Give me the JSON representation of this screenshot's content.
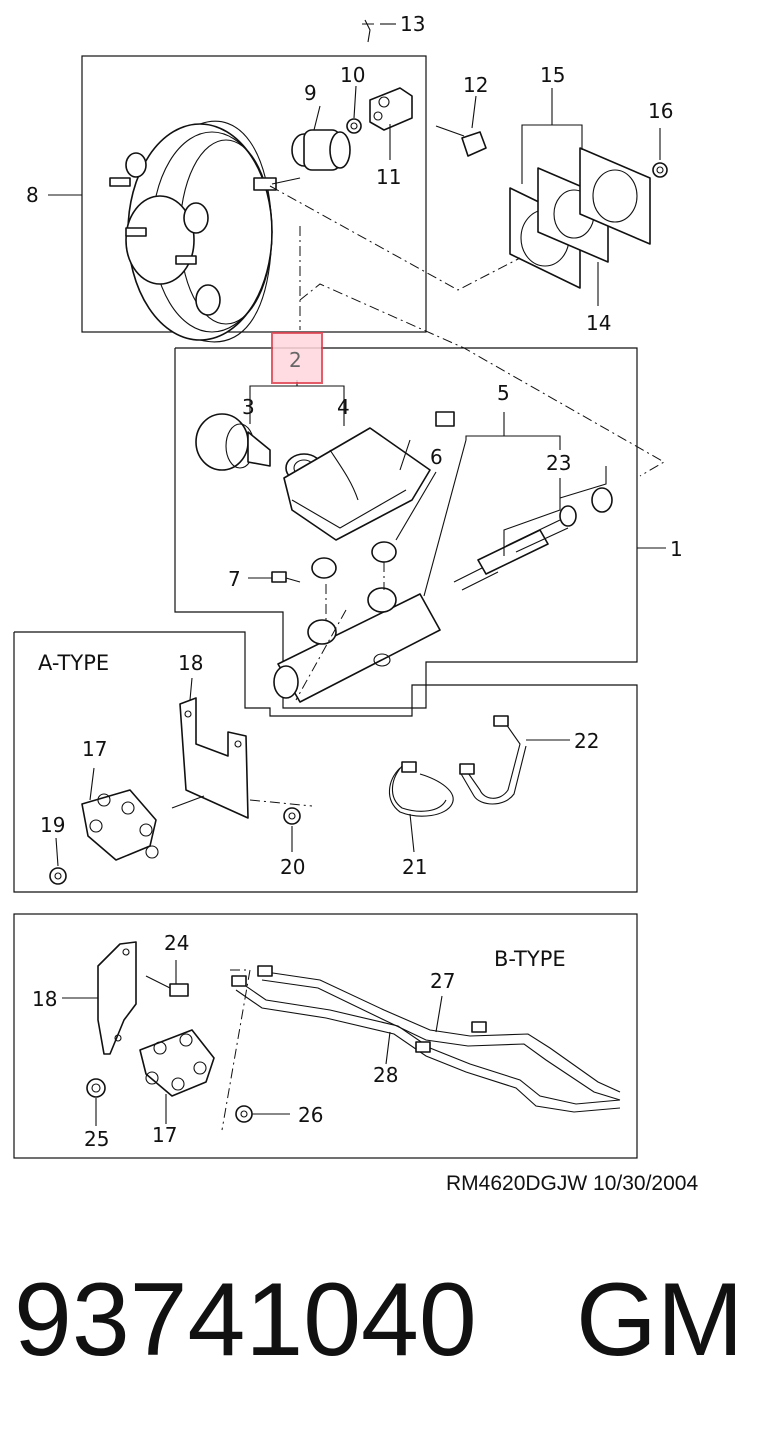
{
  "diagram": {
    "callouts": {
      "c1": "1",
      "c2": "2",
      "c3": "3",
      "c4": "4",
      "c5": "5",
      "c6": "6",
      "c7": "7",
      "c8": "8",
      "c9": "9",
      "c10": "10",
      "c11": "11",
      "c12": "12",
      "c13": "13",
      "c14": "14",
      "c15": "15",
      "c16": "16",
      "c17a": "17",
      "c18a": "18",
      "c19": "19",
      "c20": "20",
      "c21": "21",
      "c22": "22",
      "c23": "23",
      "c24": "24",
      "c25": "25",
      "c26": "26",
      "c27": "27",
      "c28": "28",
      "c17b": "17",
      "c18b": "18"
    },
    "type_a_label": "A-TYPE",
    "type_b_label": "B-TYPE",
    "highlight_color": "#e0404e"
  },
  "footer": {
    "drawing_code": "RM4620DGJW  10/30/2004"
  },
  "part": {
    "number": "93741040",
    "brand": "GM"
  }
}
